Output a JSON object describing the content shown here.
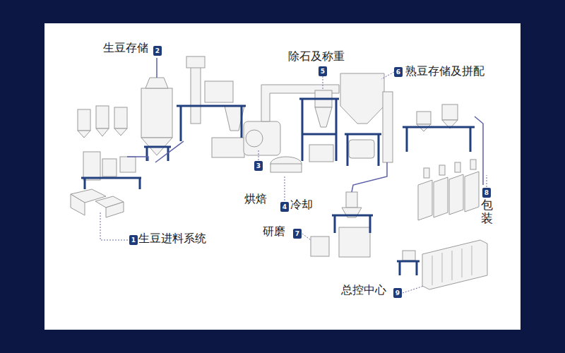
{
  "diagram": {
    "labels": [
      "生豆存储",
      "2",
      "除石及称重",
      "5",
      "熟豆存储及拼配",
      "6",
      "烘焙",
      "3",
      "冷却",
      "4",
      "研磨",
      "7",
      "包装",
      "8",
      "生豆进料系统",
      "1",
      "总控中心",
      "9"
    ]
  }
}
